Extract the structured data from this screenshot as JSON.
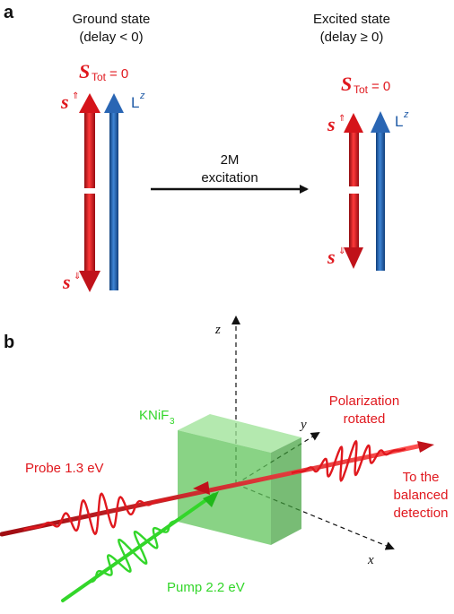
{
  "panel_a": {
    "letter": "a",
    "ground": {
      "title": "Ground state",
      "subtitle": "(delay < 0)",
      "stot_symbol": "S",
      "stot_sub": "Tot",
      "stot_value": "= 0"
    },
    "excited": {
      "title": "Excited state",
      "subtitle": "(delay ≥ 0)",
      "stot_symbol": "S",
      "stot_sub": "Tot",
      "stot_value": " = 0"
    },
    "spin_up": "s",
    "spin_up_sup": "⇑",
    "spin_down": "s",
    "spin_down_sup": "⇓",
    "lz_base": "L",
    "lz_sup": "z",
    "transition": {
      "line1": "2M",
      "line2": "excitation"
    }
  },
  "panel_b": {
    "letter": "b",
    "axis_z": "z",
    "axis_y": "y",
    "axis_x": "x",
    "crystal": {
      "base": "KNiF",
      "sub": "3"
    },
    "probe": "Probe 1.3 eV",
    "pump": "Pump 2.2 eV",
    "polarization": {
      "line1": "Polarization",
      "line2": "rotated"
    },
    "detection": {
      "line1": "To the",
      "line2": "balanced",
      "line3": "detection"
    }
  },
  "colors": {
    "red": "#e0181e",
    "blue": "#1f5aa6",
    "green": "#33d62a",
    "crystal": "#62c45c"
  }
}
